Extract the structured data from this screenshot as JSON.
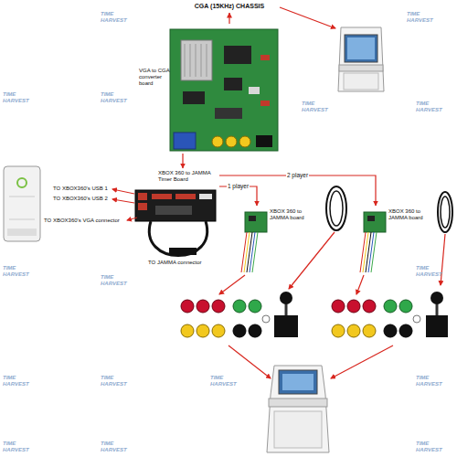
{
  "diagram": {
    "nodes": [
      {
        "text": [
          "CGA (15KHz) CHASSIS"
        ]
      },
      {
        "text": [
          "VGA to CGA converter board"
        ]
      },
      {
        "text": [
          "XBOX 360 to JAMMA Timer Board"
        ]
      },
      {
        "text": [
          "XBOX 360 to JAMMA board"
        ]
      },
      {
        "text": [
          "XBOX 360 to JAMMA board"
        ]
      }
    ],
    "edges": [
      {
        "from": 1,
        "to": 0,
        "arrow": "to"
      },
      {
        "from": 1,
        "to": 2,
        "arrow": "to"
      },
      {
        "from": 2,
        "to": 3,
        "label": "1 player",
        "arrow": "to"
      },
      {
        "from": 2,
        "to": 4,
        "label": "2 player",
        "arrow": "to"
      }
    ],
    "labels": [
      "TO XBOX360's USB 1",
      "TO XBOX360's USB 2",
      "TO XBOX360's VGA connector",
      "TO JAMMA connector",
      "TIME HARVEST",
      "TIME HARVEST",
      "TIME HARVEST",
      "TIME HARVEST",
      "TIME HARVEST",
      "TIME HARVEST",
      "TIME HARVEST",
      "TIME HARVEST",
      "TIME HARVEST",
      "TIME HARVEST",
      "TIME HARVEST",
      "TIME HARVEST",
      "TIME HARVEST",
      "TIME HARVEST",
      "TIME HARVEST",
      "TIME HARVEST"
    ]
  }
}
